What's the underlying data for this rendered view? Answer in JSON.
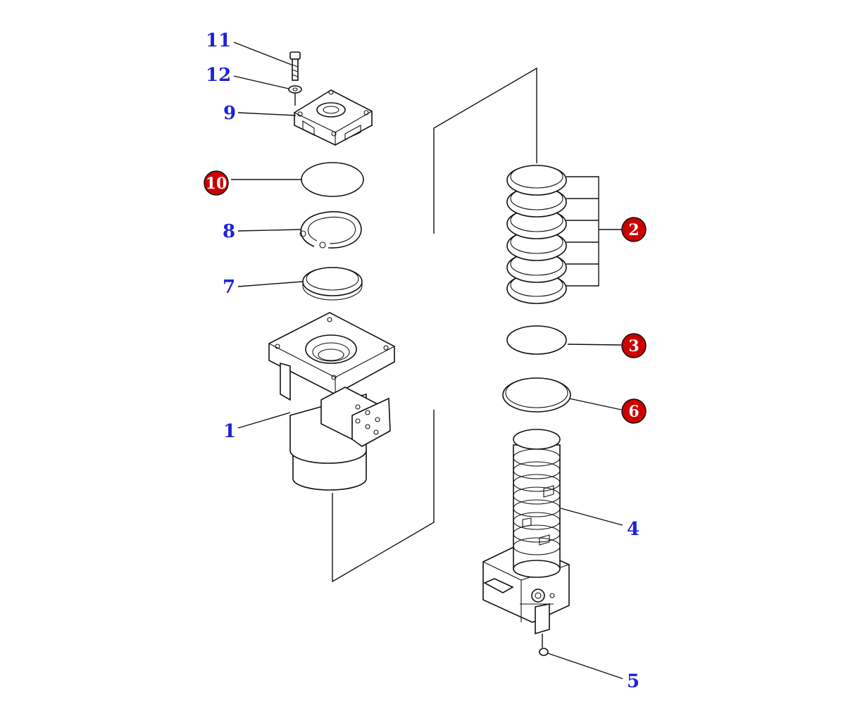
{
  "colors": {
    "callout_blue": "#1e22d8",
    "callout_badge": "#cc0000",
    "line": "#111111"
  },
  "callouts": {
    "c1": {
      "label": "1",
      "style": "plain"
    },
    "c2": {
      "label": "2",
      "style": "badge"
    },
    "c3": {
      "label": "3",
      "style": "badge"
    },
    "c4": {
      "label": "4",
      "style": "plain"
    },
    "c5": {
      "label": "5",
      "style": "plain"
    },
    "c6": {
      "label": "6",
      "style": "badge"
    },
    "c7": {
      "label": "7",
      "style": "plain"
    },
    "c8": {
      "label": "8",
      "style": "plain"
    },
    "c9": {
      "label": "9",
      "style": "plain"
    },
    "c10": {
      "label": "10",
      "style": "badge"
    },
    "c11": {
      "label": "11",
      "style": "plain"
    },
    "c12": {
      "label": "12",
      "style": "plain"
    }
  }
}
